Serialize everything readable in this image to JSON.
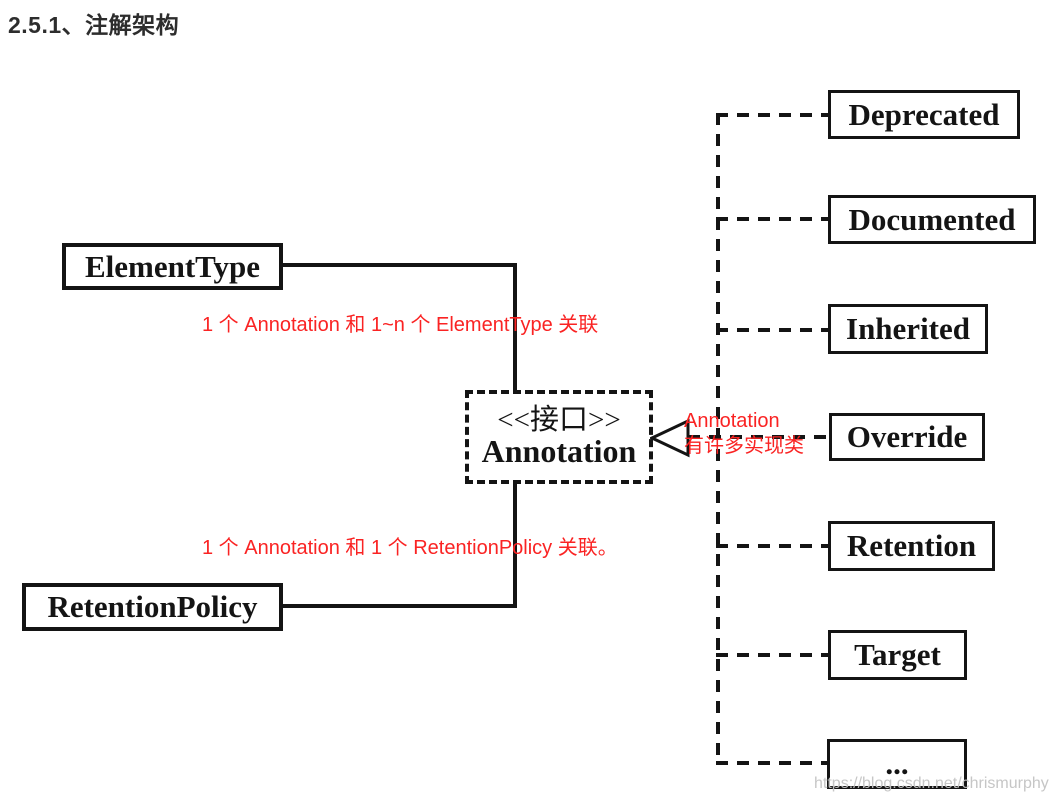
{
  "page": {
    "title": "2.5.1、注解架构",
    "watermark": "https://blog.csdn.net/chrismurphy"
  },
  "diagram": {
    "interface_box": {
      "stereotype": "<<接口>>",
      "name": "Annotation"
    },
    "left_classes": {
      "element_type": "ElementType",
      "retention_policy": "RetentionPolicy"
    },
    "red_notes": {
      "top": "1 个 Annotation 和 1~n 个 ElementType 关联",
      "bottom": "1 个 Annotation 和 1 个 RetentionPolicy 关联。",
      "arrow_line1": "Annotation",
      "arrow_line2": "有许多实现类"
    },
    "implementations": [
      "Deprecated",
      "Documented",
      "Inherited",
      "Override",
      "Retention",
      "Target",
      "..."
    ],
    "colors": {
      "red": "#fa2323",
      "line": "#141414",
      "watermark": "#c3c3c3"
    }
  }
}
